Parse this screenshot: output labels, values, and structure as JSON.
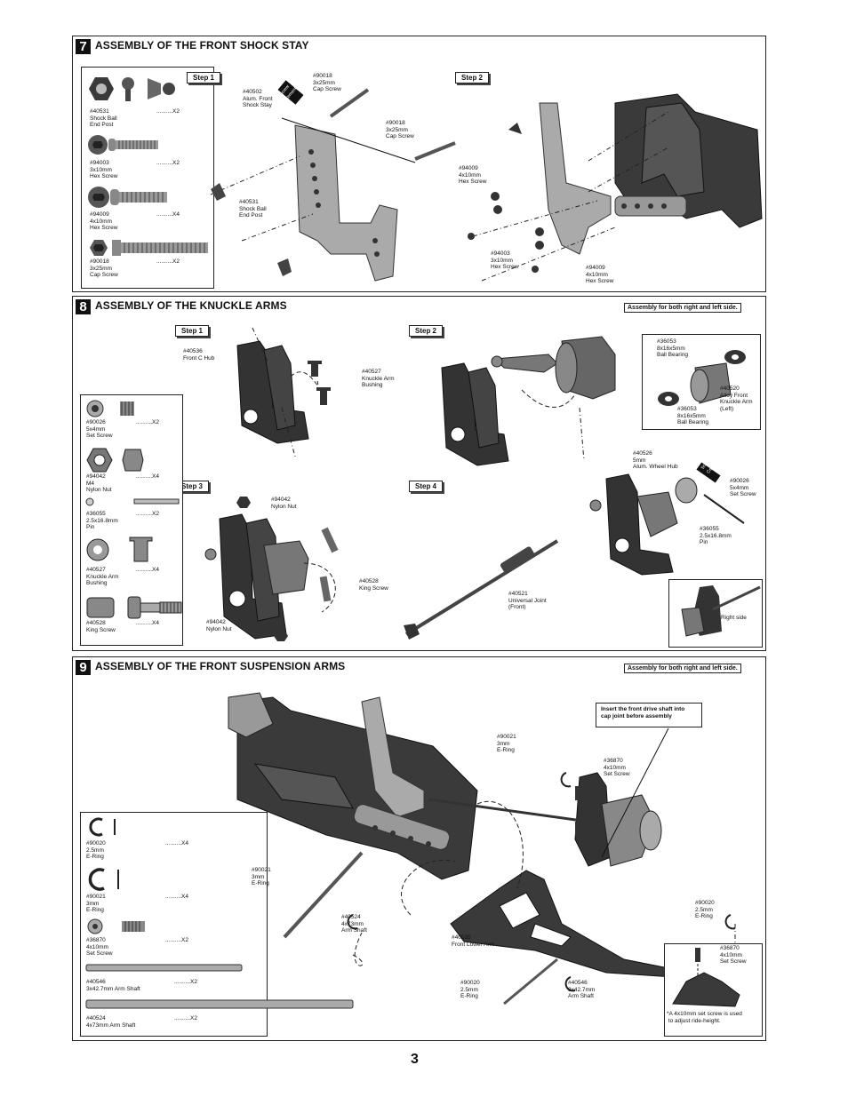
{
  "page_number": "3",
  "s7": {
    "num": "7",
    "title": "ASSEMBLY OF THE FRONT SHOCK STAY",
    "step1": "Step 1",
    "step2": "Step 2",
    "parts": [
      {
        "label": "#40531\nShock Ball\nEnd Post",
        "qty": "..........X2"
      },
      {
        "label": "#94003\n3x10mm\nHex Screw",
        "qty": "..........X2"
      },
      {
        "label": "#94009\n4x10mm\nHex Screw",
        "qty": "..........X4"
      },
      {
        "label": "#90018\n3x25mm\nCap Screw",
        "qty": "..........X2"
      }
    ],
    "c": {
      "a": "#40502\nAlum. Front\nShock Stay",
      "b": "#90018\n3x25mm\nCap Screw",
      "c": "#90018\n3x25mm\nCap Screw",
      "d": "#40531\nShock Ball\nEnd Post",
      "e": "#94009\n4x10mm\nHex Screw",
      "f": "#94003\n3x10mm\nHex Screw",
      "g": "#94009\n4x10mm\nHex Screw",
      "tag": "Screw\nCement"
    }
  },
  "s8": {
    "num": "8",
    "title": "ASSEMBLY OF THE KNUCKLE ARMS",
    "note": "Assembly for both right and left side.",
    "step1": "Step 1",
    "step2": "Step 2",
    "step3": "Step 3",
    "step4": "Step 4",
    "parts": [
      {
        "label": "#90026\n5x4mm\nSet Screw",
        "qty": "..........X2"
      },
      {
        "label": "#94042\nM4\nNylon Nut",
        "qty": "..........X4"
      },
      {
        "label": "#36055\n2.5x16.8mm\nPin",
        "qty": "..........X2"
      },
      {
        "label": "#40527\nKnuckle Arm\nBushing",
        "qty": "..........X4"
      },
      {
        "label": "#40528\nKing Screw",
        "qty": "..........X4"
      }
    ],
    "c": {
      "a": "#40536\nFront C Hub",
      "b": "#40527\nKnuckle Arm\nBushing",
      "c": "#36053\n8x16x5mm\nBall Bearing",
      "d": "#40520\nAlloy Front\nKnuckle Arm\n(Left)",
      "e": "#36053\n8x16x5mm\nBall Bearing",
      "f": "#40526\n5mm\nAlum. Wheel Hub",
      "g": "#90026\n5x4mm\nSet Screw",
      "h": "#36055\n2.5x16.8mm\nPin",
      "i": "#94042\nNylon Nut",
      "j": "#40528\nKing Screw",
      "k": "#94042\nNylon Nut",
      "l": "#40521\nUniversal Joint\n(Front)",
      "right_side": "Right side",
      "tag": "Screw\nCement"
    }
  },
  "s9": {
    "num": "9",
    "title": "ASSEMBLY OF THE FRONT SUSPENSION ARMS",
    "note": "Assembly for both right and left side.",
    "insert_note": "Insert the front drive shaft into\ncap joint before assembly",
    "parts": [
      {
        "label": "#90020\n2.5mm\nE-Ring",
        "qty": "..........X4"
      },
      {
        "label": "#90021\n3mm\nE-Ring",
        "qty": "..........X4"
      },
      {
        "label": "#36870\n4x10mm\nSet Screw",
        "qty": "..........X2"
      },
      {
        "label": "#40546\n3x42.7mm Arm Shaft",
        "qty": "..........X2"
      },
      {
        "label": "#40524\n4x73mm Arm Shaft",
        "qty": "..........X2"
      }
    ],
    "c": {
      "a": "#90021\n3mm\nE-Ring",
      "b": "#36870\n4x10mm\nSet Screw",
      "c": "#90021\n3mm\nE-Ring",
      "d": "#40524\n4x73mm\nArm Shaft",
      "e": "#40535\nFront Lower Arm",
      "f": "#90020\n2.5mm\nE-Ring",
      "g": "#90020\n2.5mm\nE-Ring",
      "h": "#40546\n3x42.7mm\nArm Shaft",
      "i": "#36870\n4x10mm\nSet Screw",
      "ride_note": "*A 4x10mm set screw is used\n to adjust ride-height."
    }
  },
  "colors": {
    "ink": "#111111",
    "part_dark": "#3a3a3a",
    "part_light": "#b5b5b5"
  }
}
